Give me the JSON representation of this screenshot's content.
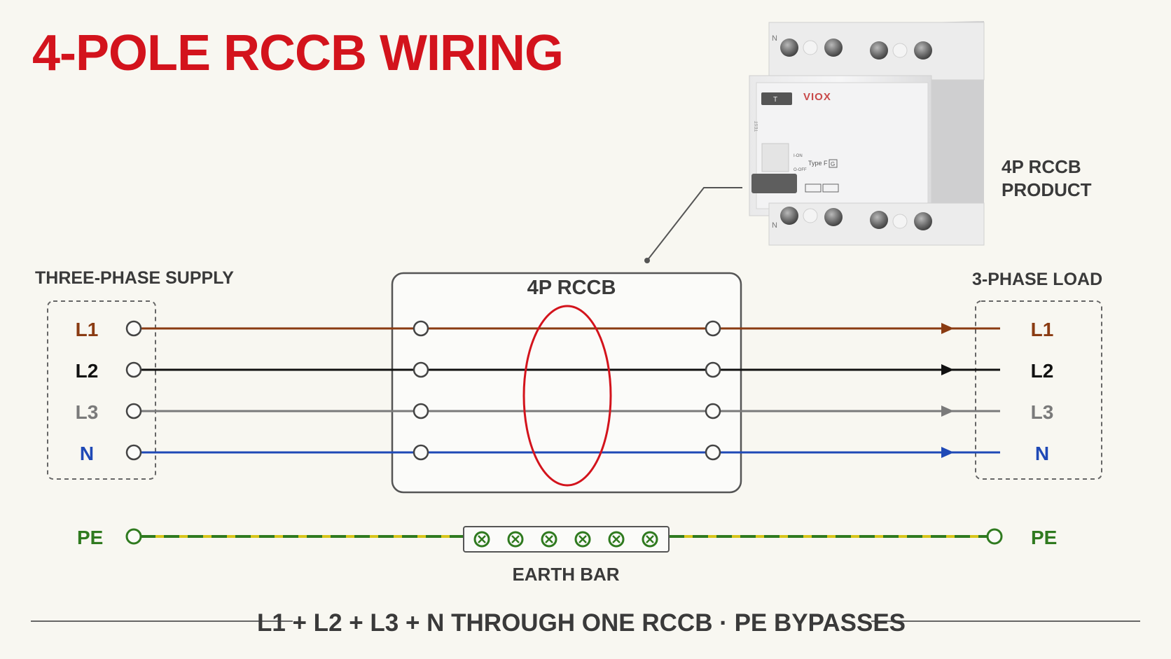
{
  "title": "4-POLE RCCB WIRING",
  "product": {
    "brand": "VIOX",
    "callout_line1": "4P RCCB",
    "callout_line2": "PRODUCT",
    "test_label": "TEST",
    "test_button": "T",
    "on_label": "I-ON",
    "off_label": "O-OFF",
    "type_label": "Type F",
    "type_badge": "G",
    "n_top": "N",
    "n_bottom": "N"
  },
  "supply": {
    "label": "THREE-PHASE SUPPLY"
  },
  "rccb": {
    "label": "4P RCCB"
  },
  "load": {
    "label": "3-PHASE LOAD"
  },
  "conductors": [
    {
      "id": "l1",
      "name": "L1",
      "color": "#8a3b12"
    },
    {
      "id": "l2",
      "name": "L2",
      "color": "#111111"
    },
    {
      "id": "l3",
      "name": "L3",
      "color": "#7a7a7a"
    },
    {
      "id": "n",
      "name": "N",
      "color": "#1f49b6"
    }
  ],
  "pe": {
    "left_label": "PE",
    "right_label": "PE",
    "green": "#2f7a1f",
    "yellow": "#d8c61c",
    "earth_bar_label": "EARTH BAR"
  },
  "footer": {
    "text": "L1 + L2 + L3 + N THROUGH ONE RCCB · PE BYPASSES"
  },
  "colors": {
    "title_red": "#d3131c",
    "ring_red": "#d3131c",
    "text_dark": "#3a3a3a",
    "box_border": "#555555"
  }
}
